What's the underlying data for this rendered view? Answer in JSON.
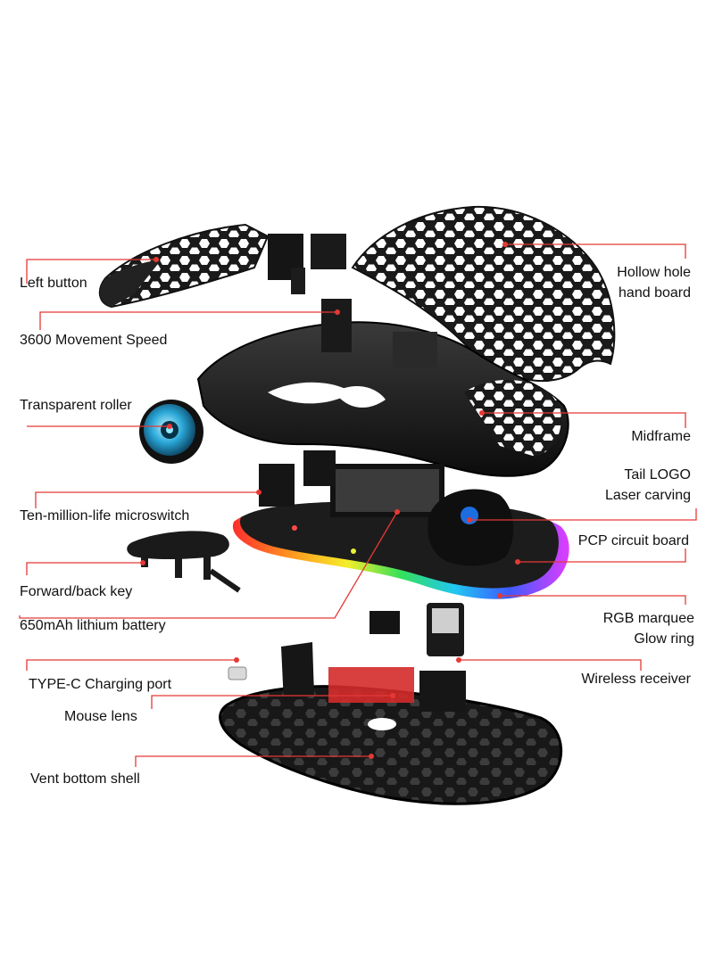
{
  "colors": {
    "leader": "#e53935",
    "part": "#161616",
    "part_light": "#2b2b2b"
  },
  "labels": {
    "left_button": "Left button",
    "movement_speed": "3600 Movement Speed",
    "transparent_roller": "Transparent roller",
    "microswitch": "Ten-million-life microswitch",
    "forward_back_key": "Forward/back key",
    "battery": "650mAh lithium battery",
    "type_c_port": "TYPE-C Charging port",
    "mouse_lens": "Mouse lens",
    "vent_bottom_shell": "Vent bottom shell",
    "hollow_hole_line1": "Hollow hole",
    "hollow_hole_line2": "hand board",
    "midframe": "Midframe",
    "tail_logo_line1": "Tail LOGO",
    "tail_logo_line2": "Laser carving",
    "pcp_board": "PCP circuit board",
    "rgb_line1": "RGB marquee",
    "rgb_line2": "Glow ring",
    "wireless_receiver": "Wireless receiver"
  }
}
